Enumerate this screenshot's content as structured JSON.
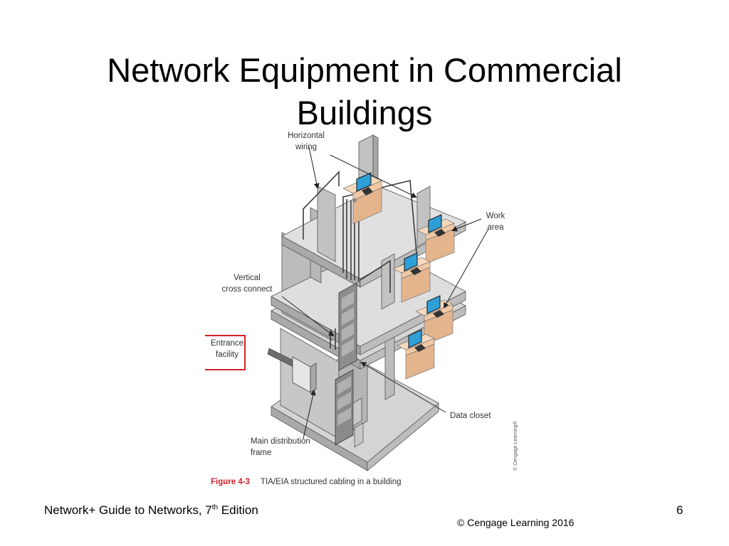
{
  "slide": {
    "title_line1": "Network Equipment in Commercial",
    "title_line2": "Buildings"
  },
  "figure": {
    "callouts": {
      "horizontal_wiring_line1": "Horizontal",
      "horizontal_wiring_line2": "wiring",
      "work_area_line1": "Work",
      "work_area_line2": "area",
      "vertical_cross_connect_line1": "Vertical",
      "vertical_cross_connect_line2": "cross connect",
      "entrance_facility_line1": "Entrance",
      "entrance_facility_line2": "facility",
      "data_closet": "Data closet",
      "main_distribution_frame_line1": "Main distribution",
      "main_distribution_frame_line2": "frame"
    },
    "caption_label": "Figure 4-3",
    "caption_text": "TIA/EIA structured cabling in a building",
    "image_credit": "© Cengage Learning®",
    "colors": {
      "accent_red": "#d2232a",
      "desk_peach": "#f1c8a4",
      "monitor_blue": "#2f9fd8",
      "wall_gray": "#c9c9c9"
    }
  },
  "footer": {
    "book_title_prefix": "Network+ Guide to Networks, 7",
    "book_title_superscript": "th",
    "book_title_suffix": " Edition",
    "copyright": "© Cengage Learning  2016",
    "page_number": "6"
  }
}
